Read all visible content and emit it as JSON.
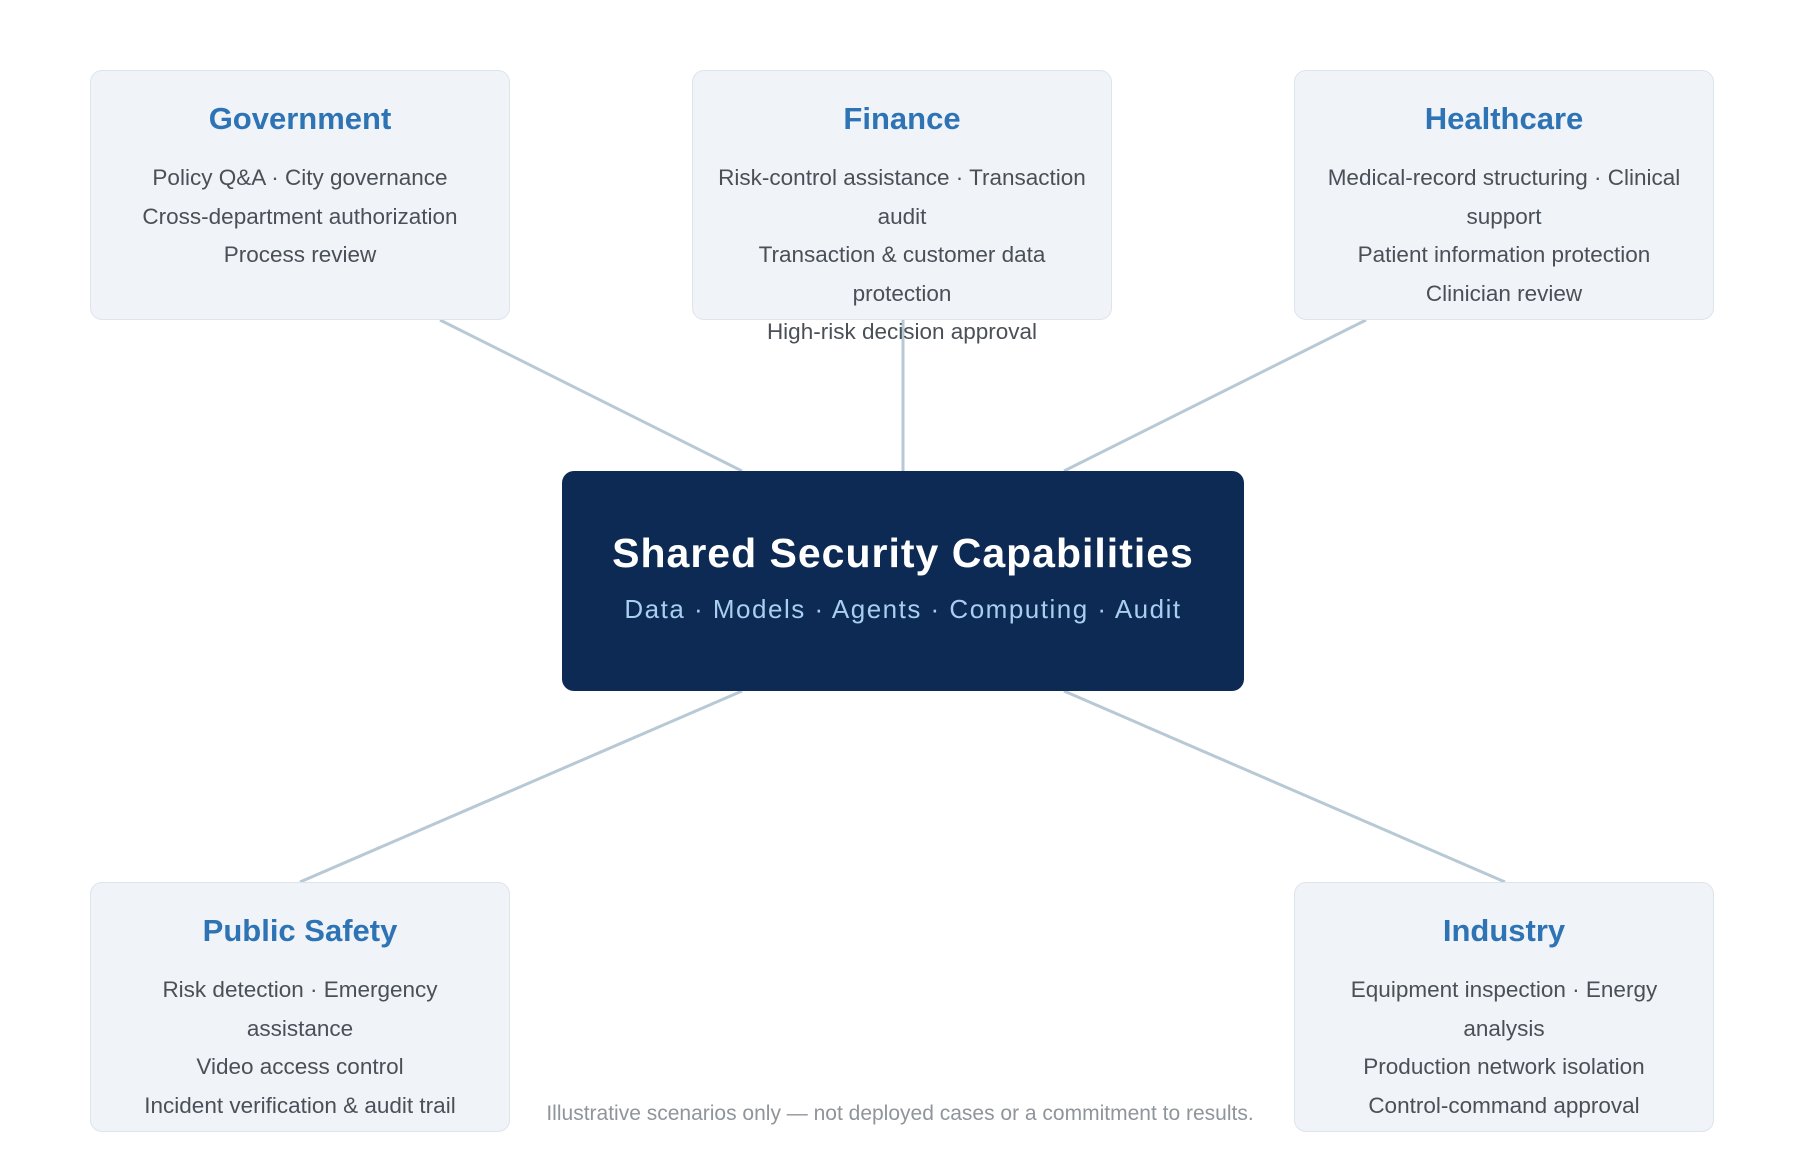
{
  "hub": {
    "title": "Shared Security Capabilities",
    "subtitle": "Data · Models · Agents · Computing · Audit"
  },
  "sectors": {
    "government": {
      "title": "Government",
      "items": [
        "Policy Q&A · City governance",
        "Cross-department authorization",
        "Process review"
      ]
    },
    "finance": {
      "title": "Finance",
      "items": [
        "Risk-control assistance · Transaction",
        "audit",
        "Transaction & customer data",
        "protection",
        "High-risk decision approval"
      ]
    },
    "healthcare": {
      "title": "Healthcare",
      "items": [
        "Medical-record structuring · Clinical",
        "support",
        "Patient information protection",
        "Clinician review"
      ]
    },
    "public_safety": {
      "title": "Public Safety",
      "items": [
        "Risk detection · Emergency",
        "assistance",
        "Video access control",
        "Incident verification & audit trail"
      ]
    },
    "industry": {
      "title": "Industry",
      "items": [
        "Equipment inspection · Energy",
        "analysis",
        "Production network isolation",
        "Control-command approval"
      ]
    }
  },
  "footnote": "Illustrative scenarios only — not deployed cases or a commitment to results.",
  "colors": {
    "hub_background": "#0c2a53",
    "hub_subtitle": "#a9ceef",
    "sector_title": "#2e74b5",
    "sector_background": "#f0f3f8",
    "connector": "#b8c9d6"
  }
}
